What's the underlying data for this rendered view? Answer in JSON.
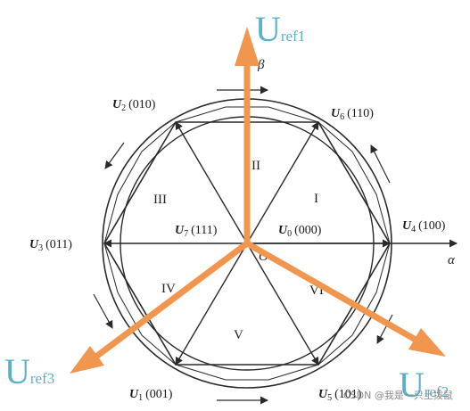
{
  "vectors": {
    "u1": {
      "prefix": "U",
      "sub": "1",
      "code": "(001)"
    },
    "u2": {
      "prefix": "U",
      "sub": "2",
      "code": "(010)"
    },
    "u3": {
      "prefix": "U",
      "sub": "3",
      "code": "(011)"
    },
    "u4": {
      "prefix": "U",
      "sub": "4",
      "code": "(100)"
    },
    "u5": {
      "prefix": "U",
      "sub": "5",
      "code": "(101)"
    },
    "u6": {
      "prefix": "U",
      "sub": "6",
      "code": "(110)"
    },
    "u7": {
      "prefix": "U",
      "sub": "7",
      "code": "(111)"
    },
    "u0": {
      "prefix": "U",
      "sub": "0",
      "code": "(000)"
    }
  },
  "sectors": [
    "I",
    "II",
    "III",
    "IV",
    "V",
    "VI"
  ],
  "axes": {
    "alpha": "α",
    "beta": "β",
    "origin": "O"
  },
  "refs": {
    "ref1": {
      "main": "U",
      "sub": "ref1"
    },
    "ref2": {
      "main": "U",
      "sub": "ref2"
    },
    "ref3": {
      "main": "U",
      "sub": "ref3"
    }
  },
  "colors": {
    "arrow": "#f0964e",
    "ref_text": "#5ab0c8",
    "line": "#2a2a2a"
  },
  "watermark": "CSDN @我是一只土拨鼠"
}
